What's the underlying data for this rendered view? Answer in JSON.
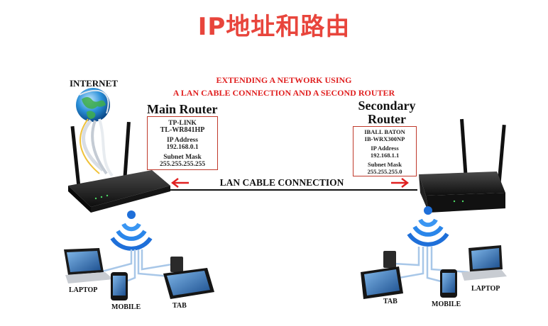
{
  "title": "IP地址和路由",
  "subtitle_line1": "EXTENDING A NETWORK USING",
  "subtitle_line2": "A LAN CABLE CONNECTION AND A SECOND ROUTER",
  "internet_label": "INTERNET",
  "main_router": {
    "heading": "Main Router",
    "brand": "TP-LINK",
    "model": "TL-WR841HP",
    "ip_label": "IP Address",
    "ip": "192.168.0.1",
    "mask_label": "Subnet Mask",
    "mask": "255.255.255.255"
  },
  "secondary_router": {
    "heading_line1": "Secondary",
    "heading_line2": "Router",
    "brand": "IBALL BATON",
    "model": "IB-WRX300NP",
    "ip_label": "IP Address",
    "ip": "192.168.1.1",
    "mask_label": "Subnet Mask",
    "mask": "255.255.255.0"
  },
  "cable_label": "LAN CABLE CONNECTION",
  "left_devices": {
    "laptop": "LAPTOP",
    "mobile": "MOBILE",
    "tab": "TAB"
  },
  "right_devices": {
    "laptop": "LAPTOP",
    "mobile": "MOBILE",
    "tab": "TAB"
  },
  "colors": {
    "title": "#e8453c",
    "accent_red": "#e02020",
    "wifi_blue": "#1e6fd9",
    "router_black": "#1a1a1a"
  }
}
